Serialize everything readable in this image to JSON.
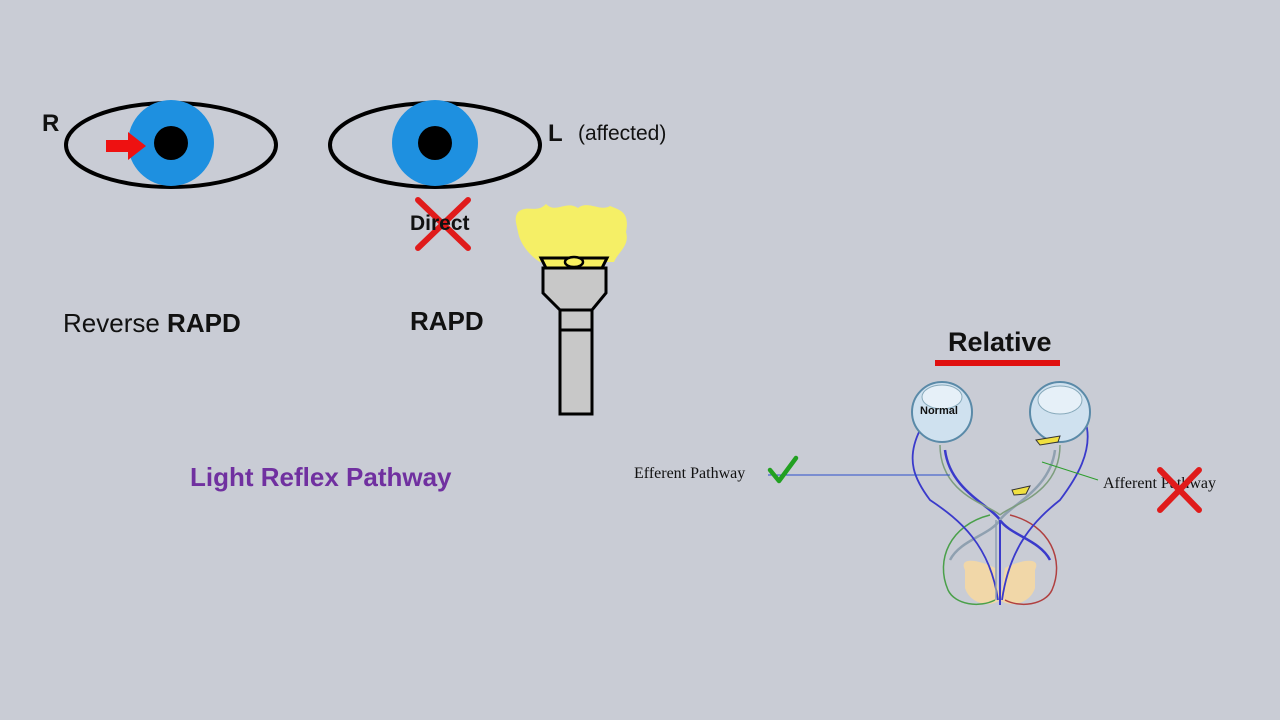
{
  "eyes": {
    "right_label": "R",
    "left_label": "L",
    "left_note": "(affected)"
  },
  "direct_label": "Direct",
  "reverse_rapd": {
    "prefix": "Reverse ",
    "bold": "RAPD"
  },
  "rapd_label": "RAPD",
  "pathway_title": "Light Reflex Pathway",
  "relative_label": "Relative",
  "efferent_label": "Efferent Pathway",
  "afferent_label": "Afferent Pathway",
  "normal_label": "Normal",
  "colors": {
    "background": "#c9ccd5",
    "iris": "#1e90e0",
    "arrow": "#ee1111",
    "cross": "#e01b1b",
    "check": "#22a022",
    "pathway_title": "#7030a0",
    "flashlight_glow": "#f8f060",
    "relative_underline": "#e01010"
  }
}
